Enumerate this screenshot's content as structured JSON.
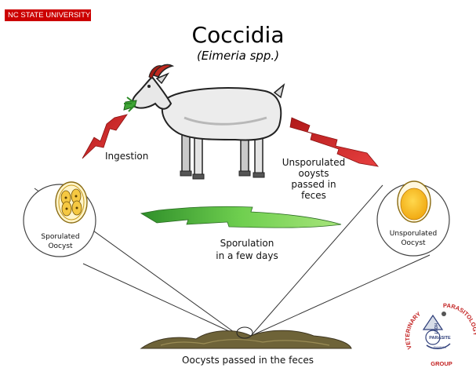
{
  "header": {
    "brand": "NC STATE UNIVERSITY",
    "title": "Coccidia",
    "subtitle": "(Eimeria spp.)"
  },
  "labels": {
    "ingestion": "Ingestion",
    "unsporulated_passed": [
      "Unsporulated",
      "ooysts",
      "passed in",
      "feces"
    ],
    "sporulation": [
      "Sporulation",
      "in a few days"
    ],
    "sporulated_oocyst": [
      "Sporulated",
      "Oocyst"
    ],
    "unsporulated_oocyst": [
      "Unsporulated",
      "Oocyst"
    ],
    "feces_caption": "Oocysts passed in the feces"
  },
  "logo": {
    "arc_left": "VETERINARY",
    "arc_right": "PARASITOLOGY",
    "bottom": "GROUP",
    "center_word": "PARASITE",
    "center_vertical": "HOST",
    "center_small": "ENVIRON"
  },
  "colors": {
    "red_arrow": "#d42a2a",
    "green_arrow": "#4caf35",
    "oocyst_yellow": "#f7c63a",
    "feces_olive": "#7a6b3a",
    "brand_red": "#cc0000"
  }
}
